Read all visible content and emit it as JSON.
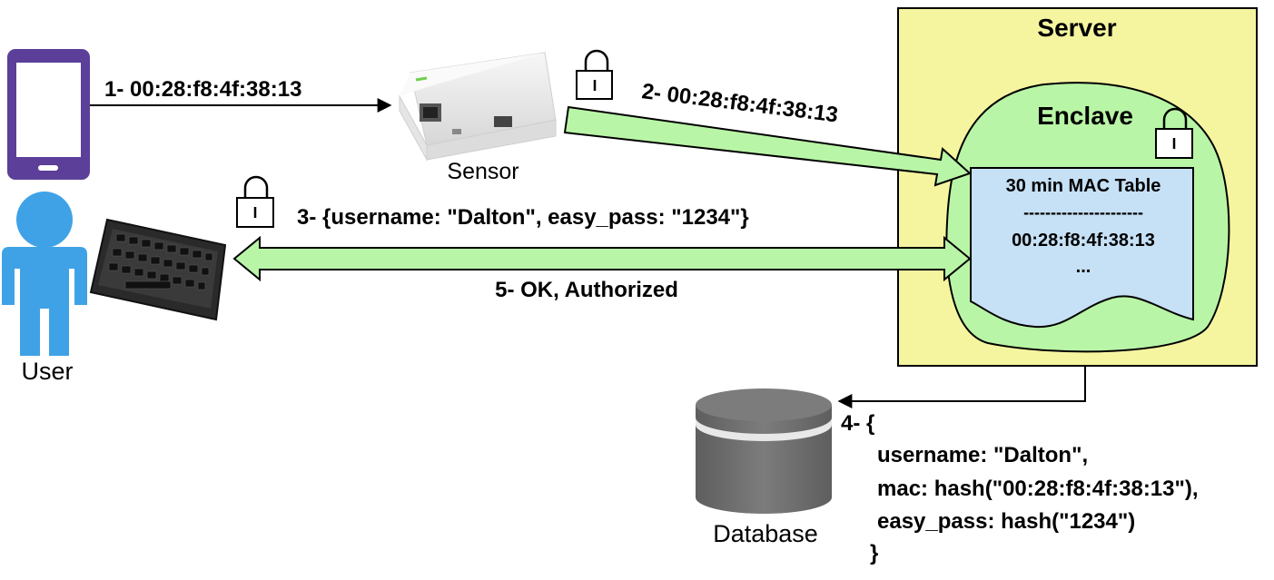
{
  "server": {
    "label": "Server"
  },
  "enclave": {
    "label": "Enclave"
  },
  "mac_table": {
    "title": "30 min MAC Table",
    "divider": "----------------------",
    "entry": "00:28:f8:4f:38:13",
    "more": "..."
  },
  "actors": {
    "user_label": "User",
    "sensor_label": "Sensor",
    "database_label": "Database"
  },
  "messages": {
    "step1": "1- 00:28:f8:4f:38:13",
    "step2": "2- 00:28:f8:4f:38:13",
    "step3": "3- {username: \"Dalton\", easy_pass: \"1234\"}",
    "step4_open": "4- {",
    "step4_line1": "username: \"Dalton\",",
    "step4_line2": "mac: hash(\"00:28:f8:4f:38:13\"),",
    "step4_line3": "easy_pass: hash(\"1234\")",
    "step4_close": "}",
    "step5": "5- OK, Authorized"
  },
  "colors": {
    "server_fill": "#f5f5a0",
    "enclave_fill": "#b9f5a6",
    "table_fill": "#c6e0f5",
    "arrow_fill": "#b9f5a6",
    "phone": "#5b3f99",
    "user": "#3fa2e6",
    "database": "#6f6f6f"
  }
}
